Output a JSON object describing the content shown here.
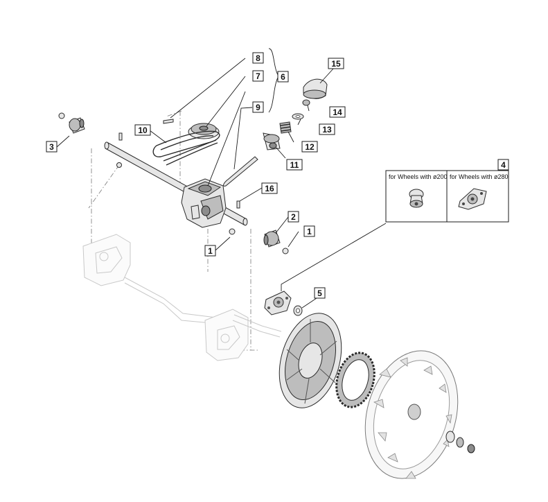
{
  "callouts": {
    "c1a": "1",
    "c1b": "1",
    "c2": "2",
    "c3": "3",
    "c4": "4",
    "c5": "5",
    "c6": "6",
    "c7": "7",
    "c8": "8",
    "c9": "9",
    "c10": "10",
    "c11": "11",
    "c12": "12",
    "c13": "13",
    "c14": "14",
    "c15": "15",
    "c16": "16"
  },
  "inset": {
    "left_caption": "for Wheels with ø200",
    "right_caption": "for Wheels with ø280"
  },
  "colors": {
    "line": "#1a1a1a",
    "part_fill": "#e6e6e6",
    "ghost": "#c8c8c8"
  }
}
